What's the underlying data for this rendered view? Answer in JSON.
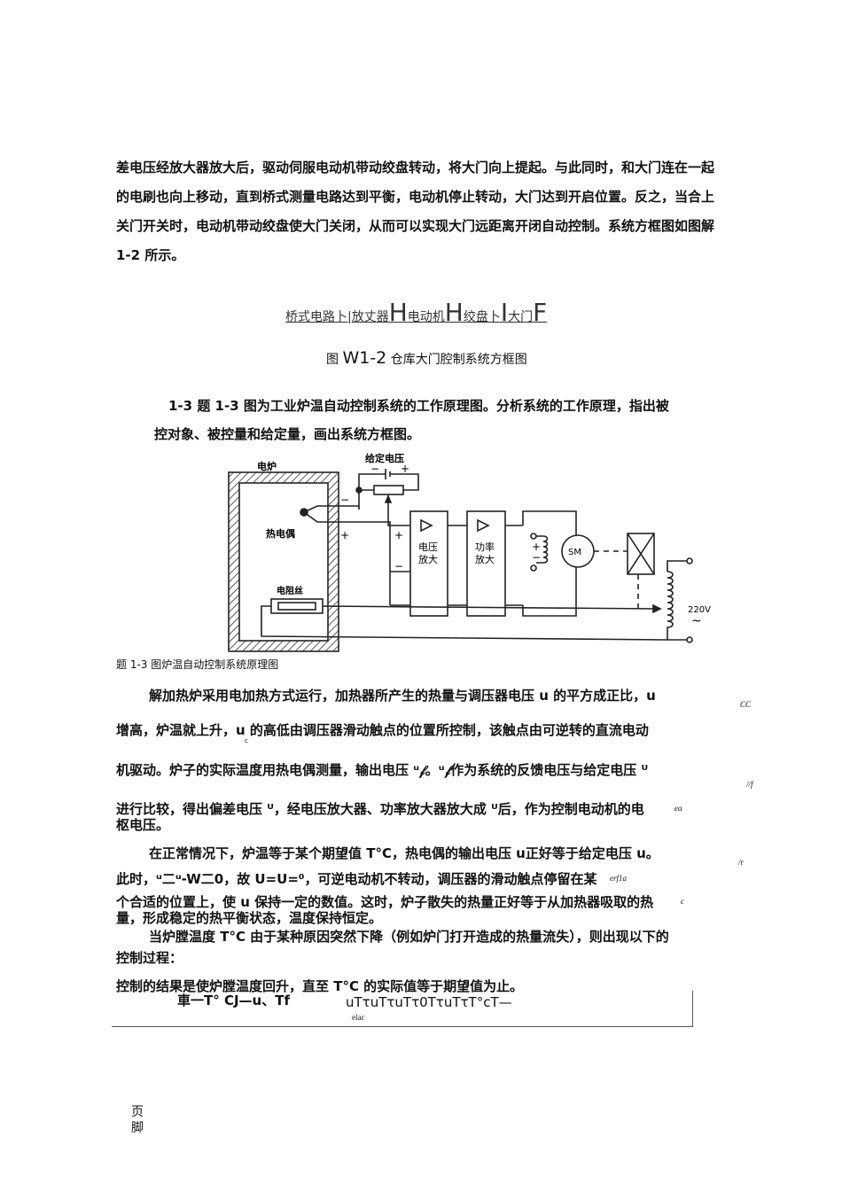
{
  "intro_paragraph": [
    "差电压经放大器放大后，驱动伺服电动机带动绞盘转动，将大门向上提起。与此同时，和大门连在一起",
    "的电刷也向上移动，直到桥式测量电路达到平衡，电动机停止转动，大门达到开启位置。反之，当合上",
    "关门开关时，电动机带动绞盘使大门关闭，从而可以实现大门远距离开闭自动控制。系统方框图如图解",
    "1-2 所示。"
  ],
  "block_diagram": {
    "blocks": [
      "桥式电路",
      "放丈器",
      "电动机",
      "绞盘",
      "大门"
    ],
    "separators": [
      "卜|",
      "H",
      "H",
      "卜",
      "I",
      "F"
    ],
    "caption_prefix": "图",
    "caption_number": "W1-2",
    "caption_text": "仓库大门腔制系统方框图"
  },
  "problem": {
    "line1": "1-3 题 1-3 图为工业炉温自动控制系统的工作原理图。分析系统的工作原理，指出被",
    "line2": "控对象、被控量和给定量，画出系统方框图。"
  },
  "circuit": {
    "furnace": "电炉",
    "setpoint_voltage": "给定电压",
    "thermocouple": "热电偶",
    "heater": "电阻丝",
    "voltage_amp": [
      "电压",
      "放大"
    ],
    "power_amp": [
      "功率",
      "放大"
    ],
    "motor": "SM",
    "supply": "220V",
    "ac_symbol": "~",
    "plus": "+",
    "minus": "−"
  },
  "figure_caption": "题 1-3 图炉温自动控制系统原理图",
  "solution": {
    "p1": [
      "解加热炉采用电加热方式运行，加热器所产生的热量与调压器电压 u 的平方成正比，u",
      "增高，炉温就上升，u 的高低由调压器滑动触点的位置所控制，该触点由可逆转的直流电动",
      "机驱动。炉子的实际温度用热电偶测量，输出电压 ᵘ𝒻。ᵘ𝒻作为系统的反馈电压与给定电压 ᵁ",
      "进行比较，得出偏差电压 ᵁ，经电压放大器、功率放大器放大成 ᵁ后，作为控制电动机的电",
      "枢电压。"
    ],
    "p1_sub_c": "c",
    "p1_margin": [
      "CC",
      "//f",
      "ea"
    ],
    "p2": [
      "在正常情况下，炉温等于某个期望值 T°C，热电偶的输出电压 u正好等于给定电压 u。",
      "此时，ᵘ二ᵘ-W二0，故 U=U=⁰，可逆电动机不转动，调压器的滑动触点停留在某",
      "个合适的位置上，使 u 保持一定的数值。这时，炉子散失的热量正好等于从加热器吸取的热",
      "量，形成稳定的热平衡状态，温度保持恒定。"
    ],
    "p2_margin": [
      "/r",
      "erf1a",
      "c"
    ],
    "p3": [
      "当炉膛温度 T°C 由于某种原因突然下降（例如炉门打开造成的热量流失），则出现以下的",
      "控制过程："
    ],
    "result": "控制的结果是使炉膛温度回升，直至 T°C 的实际值等于期望值为止。",
    "process_left": "車一T°  CJ—u、Tf",
    "process_right": "uTτuTτuTτ0TτuTτT°cT—",
    "process_sub": "elac"
  },
  "footer": [
    "页",
    "脚"
  ]
}
